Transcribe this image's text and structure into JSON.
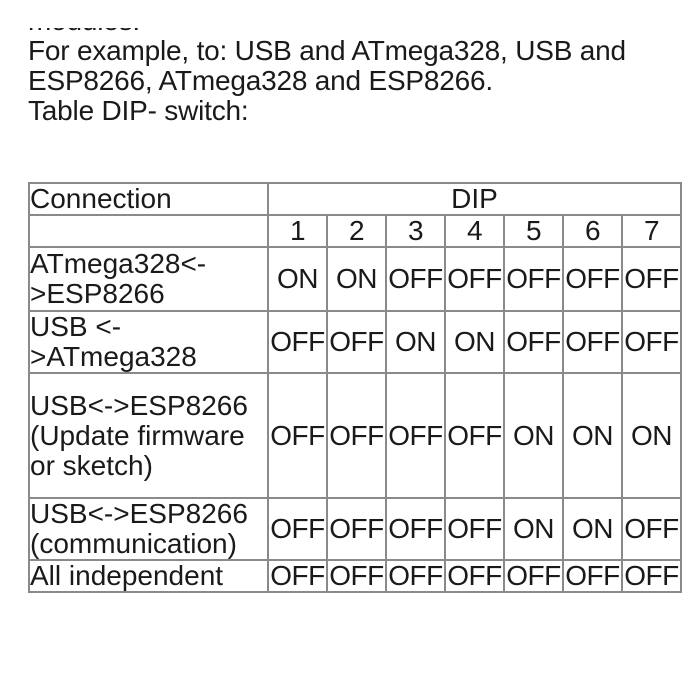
{
  "intro": {
    "cut_line": "modules.",
    "example_text": "For example, to: USB and ATmega328, USB and ESP8266, ATmega328 and ESP8266.",
    "table_caption": "Table DIP- switch:"
  },
  "table": {
    "header_connection": "Connection",
    "header_dip": "DIP",
    "switch_numbers": [
      "1",
      "2",
      "3",
      "4",
      "5",
      "6",
      "7"
    ],
    "rows": [
      {
        "connection": "ATmega328<->ESP8266",
        "values": [
          "ON",
          "ON",
          "OFF",
          "OFF",
          "OFF",
          "OFF",
          "OFF"
        ]
      },
      {
        "connection": "USB <->ATmega328",
        "values": [
          "OFF",
          "OFF",
          "ON",
          "ON",
          "OFF",
          "OFF",
          "OFF"
        ]
      },
      {
        "connection": "USB<->ESP8266 (Update firmware or sketch)",
        "values": [
          "OFF",
          "OFF",
          "OFF",
          "OFF",
          "ON",
          "ON",
          "ON"
        ]
      },
      {
        "connection": "USB<->ESP8266 (communication)",
        "values": [
          "OFF",
          "OFF",
          "OFF",
          "OFF",
          "ON",
          "ON",
          "OFF"
        ]
      },
      {
        "connection": "All independent",
        "values": [
          "OFF",
          "OFF",
          "OFF",
          "OFF",
          "OFF",
          "OFF",
          "OFF"
        ]
      }
    ]
  }
}
